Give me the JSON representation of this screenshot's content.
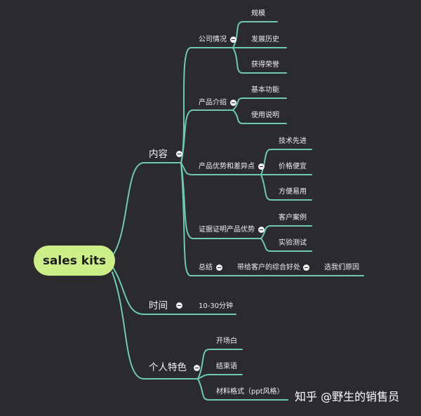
{
  "root": {
    "label": "sales kits"
  },
  "branches": {
    "content": {
      "label": "内容",
      "company": {
        "label": "公司情况",
        "items": [
          "规模",
          "发展历史",
          "获得荣誉"
        ]
      },
      "product": {
        "label": "产品介绍",
        "items": [
          "基本功能",
          "使用说明"
        ]
      },
      "advantages": {
        "label": "产品优势和差异点",
        "items": [
          "技术先进",
          "价格便宜",
          "方便易用"
        ]
      },
      "evidence": {
        "label": "证据证明产品优势",
        "items": [
          "客户案例",
          "实验测试"
        ]
      },
      "summary": {
        "label": "总结",
        "child": "带给客户的综合好处",
        "grandchild": "选我们原因"
      }
    },
    "time": {
      "label": "时间",
      "items": [
        "10-30分钟"
      ]
    },
    "personal": {
      "label": "个人特色",
      "items": [
        "开场白",
        "结束语",
        "材料格式（ppt风格）"
      ]
    }
  },
  "colors": {
    "line": "#6fc9b0",
    "root_fill": "#cdef8a",
    "background": "#2b2a2f",
    "text": "#f0f0f0"
  },
  "icons": {
    "collapse": "minus-circle-icon"
  },
  "watermark": "知乎 @野生的销售员"
}
